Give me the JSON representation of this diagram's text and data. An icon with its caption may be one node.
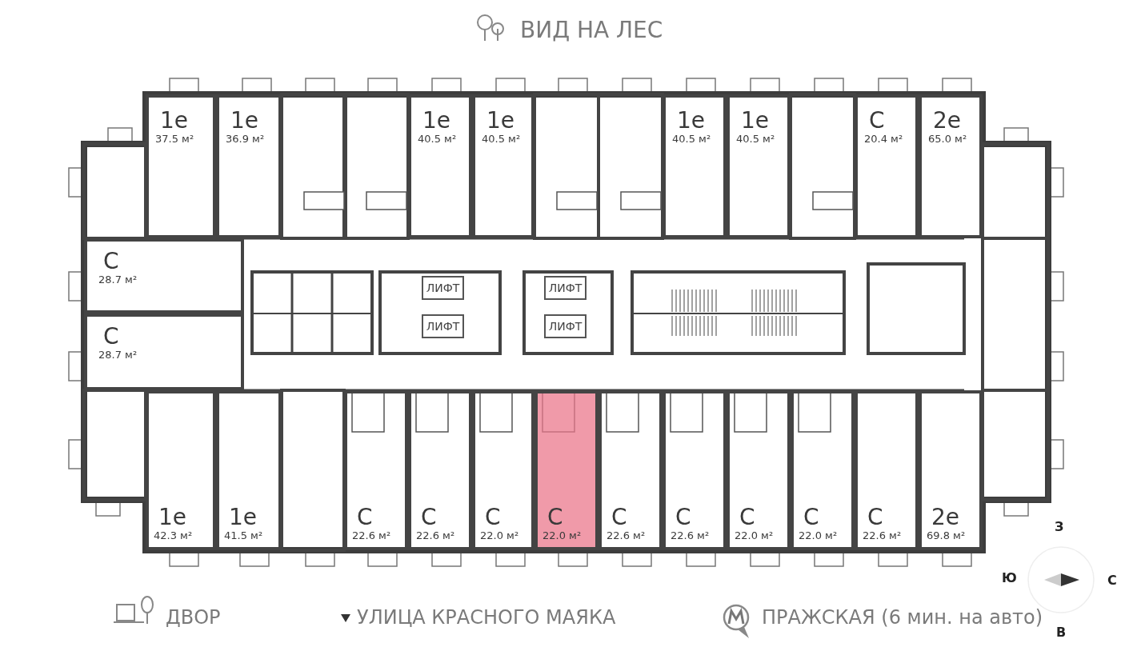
{
  "diagram": {
    "nodes": [
      {
        "text": [
          "1е",
          "37.5 м²"
        ]
      },
      {
        "text": [
          "1е",
          "36.9 м²"
        ]
      },
      {
        "text": [
          "1е",
          "40.5 м²"
        ]
      },
      {
        "text": [
          "1е",
          "40.5 м²"
        ]
      },
      {
        "text": [
          "1е",
          "40.5 м²"
        ]
      },
      {
        "text": [
          "1е",
          "40.5 м²"
        ]
      },
      {
        "text": [
          "С",
          "20.4 м²"
        ]
      },
      {
        "text": [
          "2е",
          "65.0 м²"
        ]
      },
      {
        "text": [
          "С",
          "28.7 м²"
        ]
      },
      {
        "text": [
          "ЛИФТ"
        ]
      },
      {
        "text": [
          "ЛИФТ"
        ]
      },
      {
        "text": [
          "ЛИФТ"
        ]
      },
      {
        "text": [
          "ЛИФТ"
        ]
      },
      {
        "text": [
          "С",
          "28.7 м²"
        ]
      },
      {
        "text": [
          "1е",
          "42.3 м²"
        ]
      },
      {
        "text": [
          "1е",
          "41.5 м²"
        ]
      },
      {
        "text": [
          "С",
          "22.6 м²"
        ]
      },
      {
        "text": [
          "С",
          "22.6 м²"
        ]
      },
      {
        "text": [
          "С",
          "22.0 м²"
        ]
      },
      {
        "text": [
          "С",
          "22.0 м²"
        ]
      },
      {
        "text": [
          "С",
          "22.6 м²"
        ]
      },
      {
        "text": [
          "С",
          "22.6 м²"
        ]
      },
      {
        "text": [
          "С",
          "22.0 м²"
        ]
      },
      {
        "text": [
          "С",
          "22.0 м²"
        ]
      },
      {
        "text": [
          "С",
          "22.6 м²"
        ]
      },
      {
        "text": [
          "2е",
          "69.8 м²"
        ]
      }
    ],
    "edges": [],
    "labels": [
      "ВИД НА ЛЕС",
      "З",
      "Ю",
      "С",
      "ДВОР",
      "УЛИЦА КРАСНОГО МАЯКА",
      "ПРАЖСКАЯ (6 мин. на авто)",
      "В"
    ]
  }
}
